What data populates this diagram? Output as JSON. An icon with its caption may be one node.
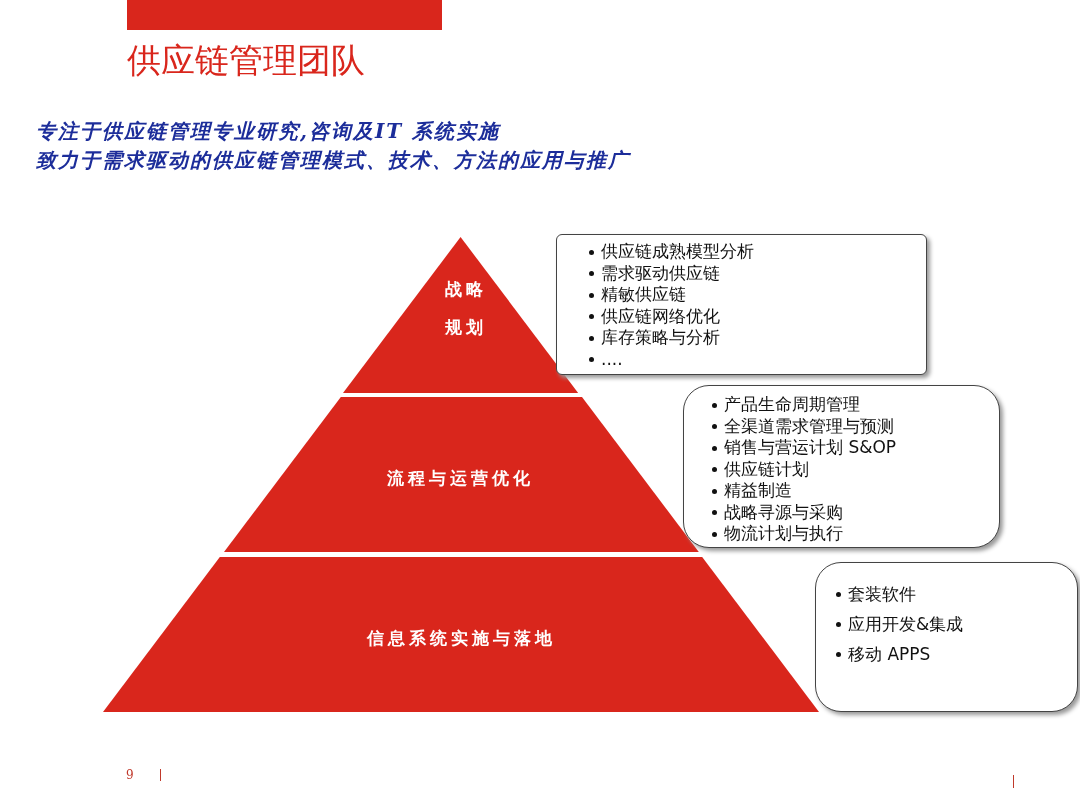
{
  "diagram": {
    "title": "供应链管理团队",
    "nodes": [
      {
        "text": [
          "战略规划"
        ]
      },
      {
        "text": [
          "流程与运营优化"
        ]
      },
      {
        "text": [
          "信息系统实施与落地"
        ]
      },
      {
        "text": [
          "供应链成熟模型分析",
          "需求驱动供应链",
          "精敏供应链",
          "供应链网络优化",
          "库存策略与分析",
          "...."
        ]
      },
      {
        "text": [
          "产品生命周期管理",
          "全渠道需求管理与预测",
          "销售与营运计划 S&OP",
          "供应链计划",
          "精益制造",
          "战略寻源与采购",
          "物流计划与执行"
        ]
      },
      {
        "text": [
          "套装软件",
          "应用开发&集成",
          "移动 APPS"
        ]
      }
    ],
    "edges": [],
    "labels": [
      "专注于供应链管理专业研究,咨询及IT 系统实施",
      "致力于需求驱动的供应链管理模式、技术、方法的应用与推广",
      "9"
    ]
  }
}
